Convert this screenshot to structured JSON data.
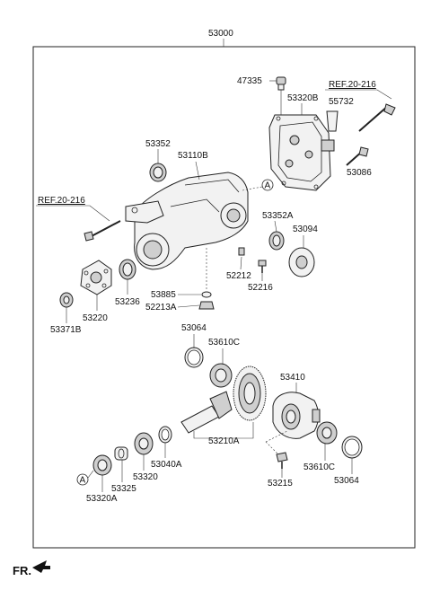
{
  "assembly_number": "53000",
  "orientation_label": "FR.",
  "ref_labels": {
    "upper_right": "REF.20-216",
    "left": "REF.20-216"
  },
  "circle_marker": "A",
  "part_labels": {
    "p47335": "47335",
    "p53320B": "53320B",
    "p55732": "55732",
    "p53086": "53086",
    "p53352_top": "53352",
    "p53110B": "53110B",
    "p53352A": "53352A",
    "p53094": "53094",
    "p52212": "52212",
    "p52216": "52216",
    "p53885": "53885",
    "p52213A": "52213A",
    "p53236": "53236",
    "p53220": "53220",
    "p53371B": "53371B",
    "p53064_top": "53064",
    "p53610C_top": "53610C",
    "p53410": "53410",
    "p53210A": "53210A",
    "p53040A": "53040A",
    "p53320": "53320",
    "p53325": "53325",
    "p53320A": "53320A",
    "p53215": "53215",
    "p53610C_bottom": "53610C",
    "p53064_bottom": "53064"
  }
}
